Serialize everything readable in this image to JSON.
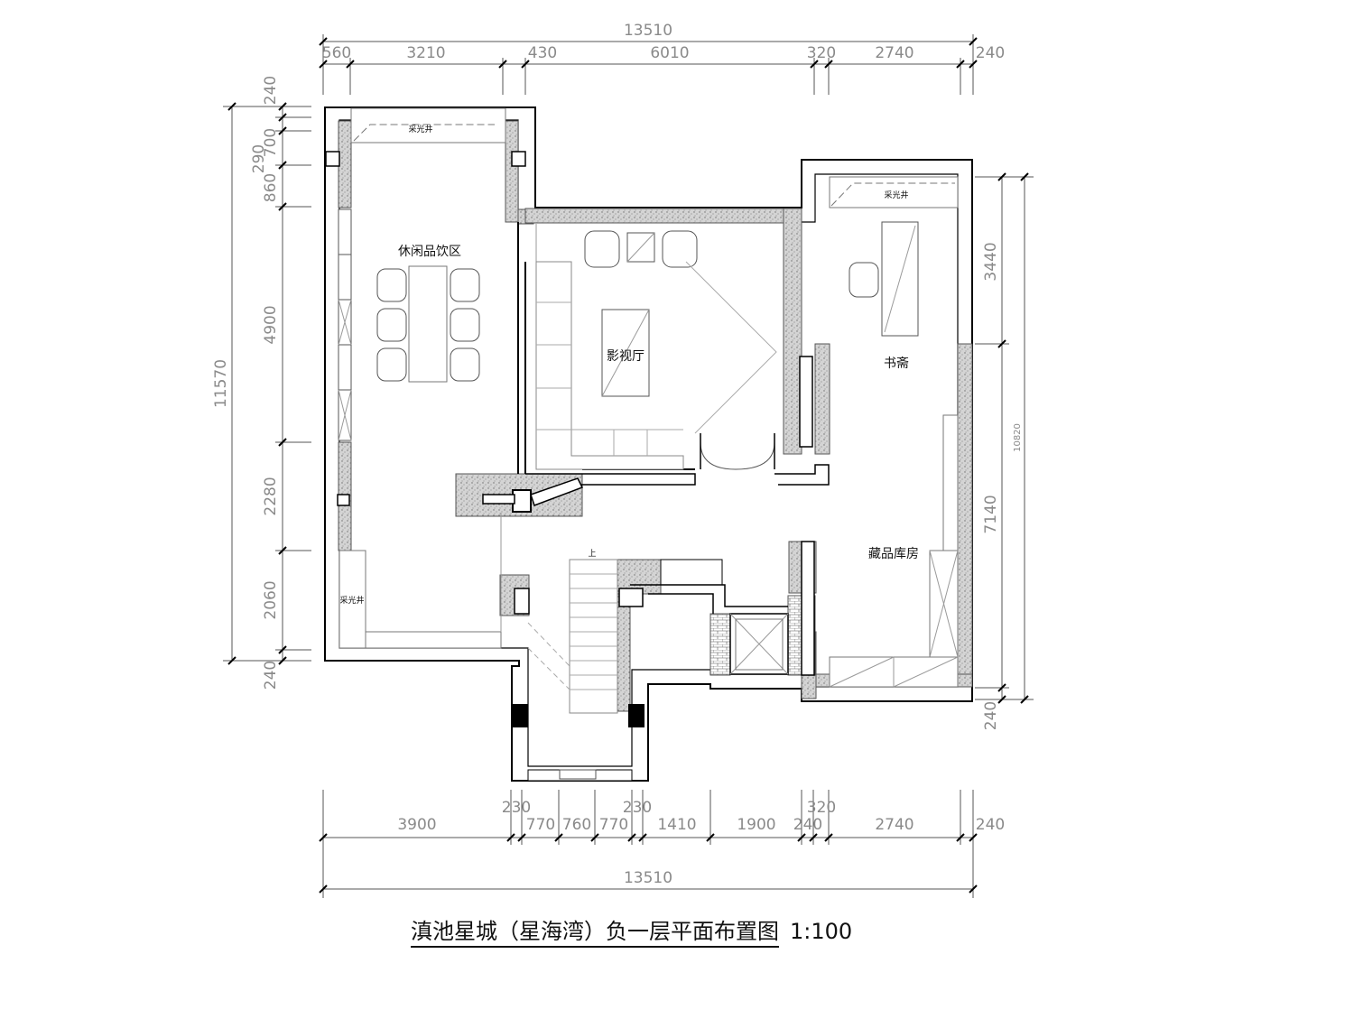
{
  "drawing": {
    "title": "滇池星城（星海湾）负一层平面布置图",
    "scale": "1:100"
  },
  "rooms": {
    "leisure": "休闲品饮区",
    "theater": "影视厅",
    "study": "书斋",
    "storage": "藏品库房",
    "skylight": "采光井",
    "stair_up": "上"
  },
  "dims": {
    "top_total": "13510",
    "top": [
      "560",
      "3210",
      "430",
      "6010",
      "320",
      "2740",
      "240"
    ],
    "bottom_total": "13510",
    "bottom": [
      "3900",
      "230",
      "770",
      "760",
      "770",
      "230",
      "1410",
      "1900",
      "240",
      "320",
      "2740",
      "240"
    ],
    "left_total": "11570",
    "left": [
      "240",
      "290",
      "700",
      "860",
      "4900",
      "2280",
      "2060",
      "240"
    ],
    "right": [
      "3440",
      "7140",
      "240"
    ],
    "right_total": "10820"
  },
  "colors": {
    "line": "#000000",
    "dimension": "#8a8a8a",
    "hatch": "#bdbdbd",
    "background": "#ffffff"
  }
}
